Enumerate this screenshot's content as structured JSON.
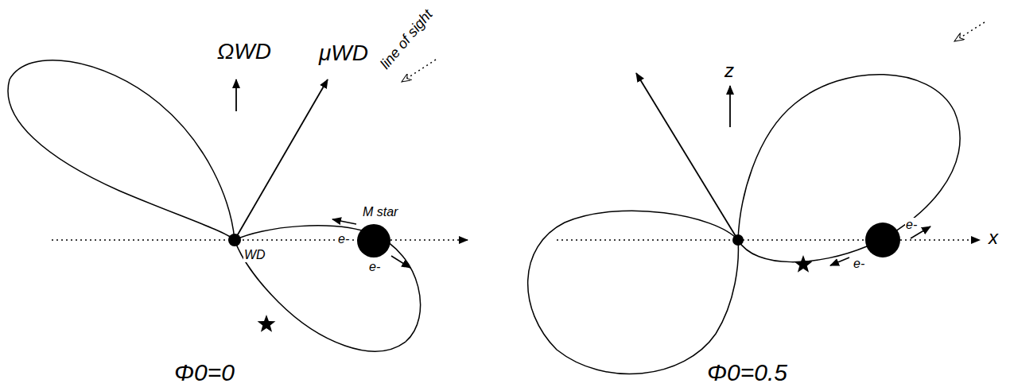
{
  "diagram": {
    "labels": [
      "ΩWD",
      "μWD",
      "line of sight",
      "M star",
      "e-",
      "e-",
      "WD",
      "Φ0=0",
      "z",
      "e-",
      "e-",
      "Φ0=0.5",
      "x"
    ]
  }
}
